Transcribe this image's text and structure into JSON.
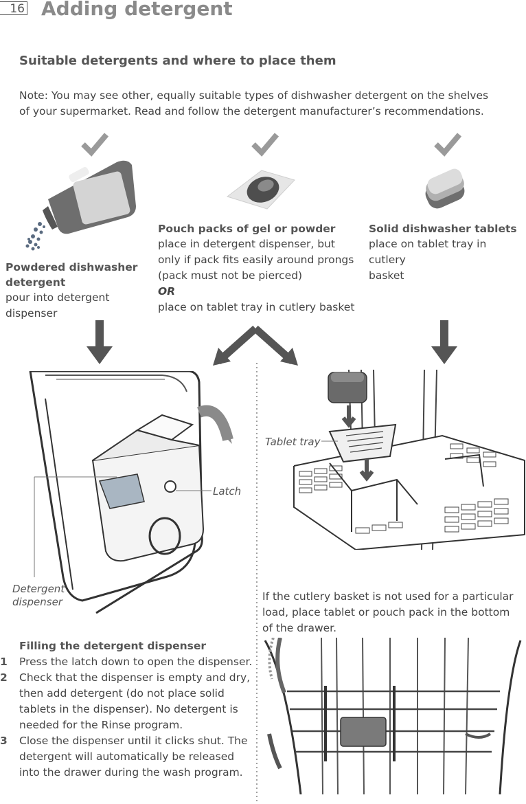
{
  "header": {
    "page_number": "16",
    "title": "Adding detergent"
  },
  "section_title": "Suitable detergents and where to place them",
  "note": "Note: You may see other, equally suitable types of dishwasher detergent on the shelves of your supermarket. Read and follow the detergent manufacturer’s recommendations.",
  "options": [
    {
      "title": "Powdered dishwasher detergent",
      "lines": [
        "pour into detergent",
        "dispenser"
      ]
    },
    {
      "title": "Pouch packs of gel or powder",
      "lines": [
        "place in detergent dispenser, but",
        "only if pack fits easily around prongs",
        "(pack must not be pierced)"
      ],
      "or_label": "OR",
      "after_or": "place on tablet tray in cutlery basket"
    },
    {
      "title": "Solid dishwasher tablets",
      "lines": [
        "place on tablet tray in cutlery",
        "basket"
      ]
    }
  ],
  "callouts": {
    "latch": "Latch",
    "detergent_dispenser_1": "Detergent",
    "detergent_dispenser_2": "dispenser",
    "tablet_tray": "Tablet tray"
  },
  "cutlery_note": "If the cutlery basket is not used for a particular load, place tablet or pouch pack in the bottom of the drawer.",
  "filling": {
    "heading": "Filling the detergent dispenser",
    "steps": [
      {
        "num": "1",
        "text": "Press the latch down to open the dispenser."
      },
      {
        "num": "2",
        "text": "Check that the dispenser is empty and dry, then add detergent (do not place solid tablets in the dispenser). No detergent is needed for the Rinse program."
      },
      {
        "num": "3",
        "text": "Close the dispenser until it clicks shut. The detergent will automatically be released into the drawer during the wash program."
      }
    ]
  },
  "colors": {
    "checkmark": "#9a9a9a",
    "arrow": "#555555",
    "panel_blue": "#a9b6c2"
  }
}
